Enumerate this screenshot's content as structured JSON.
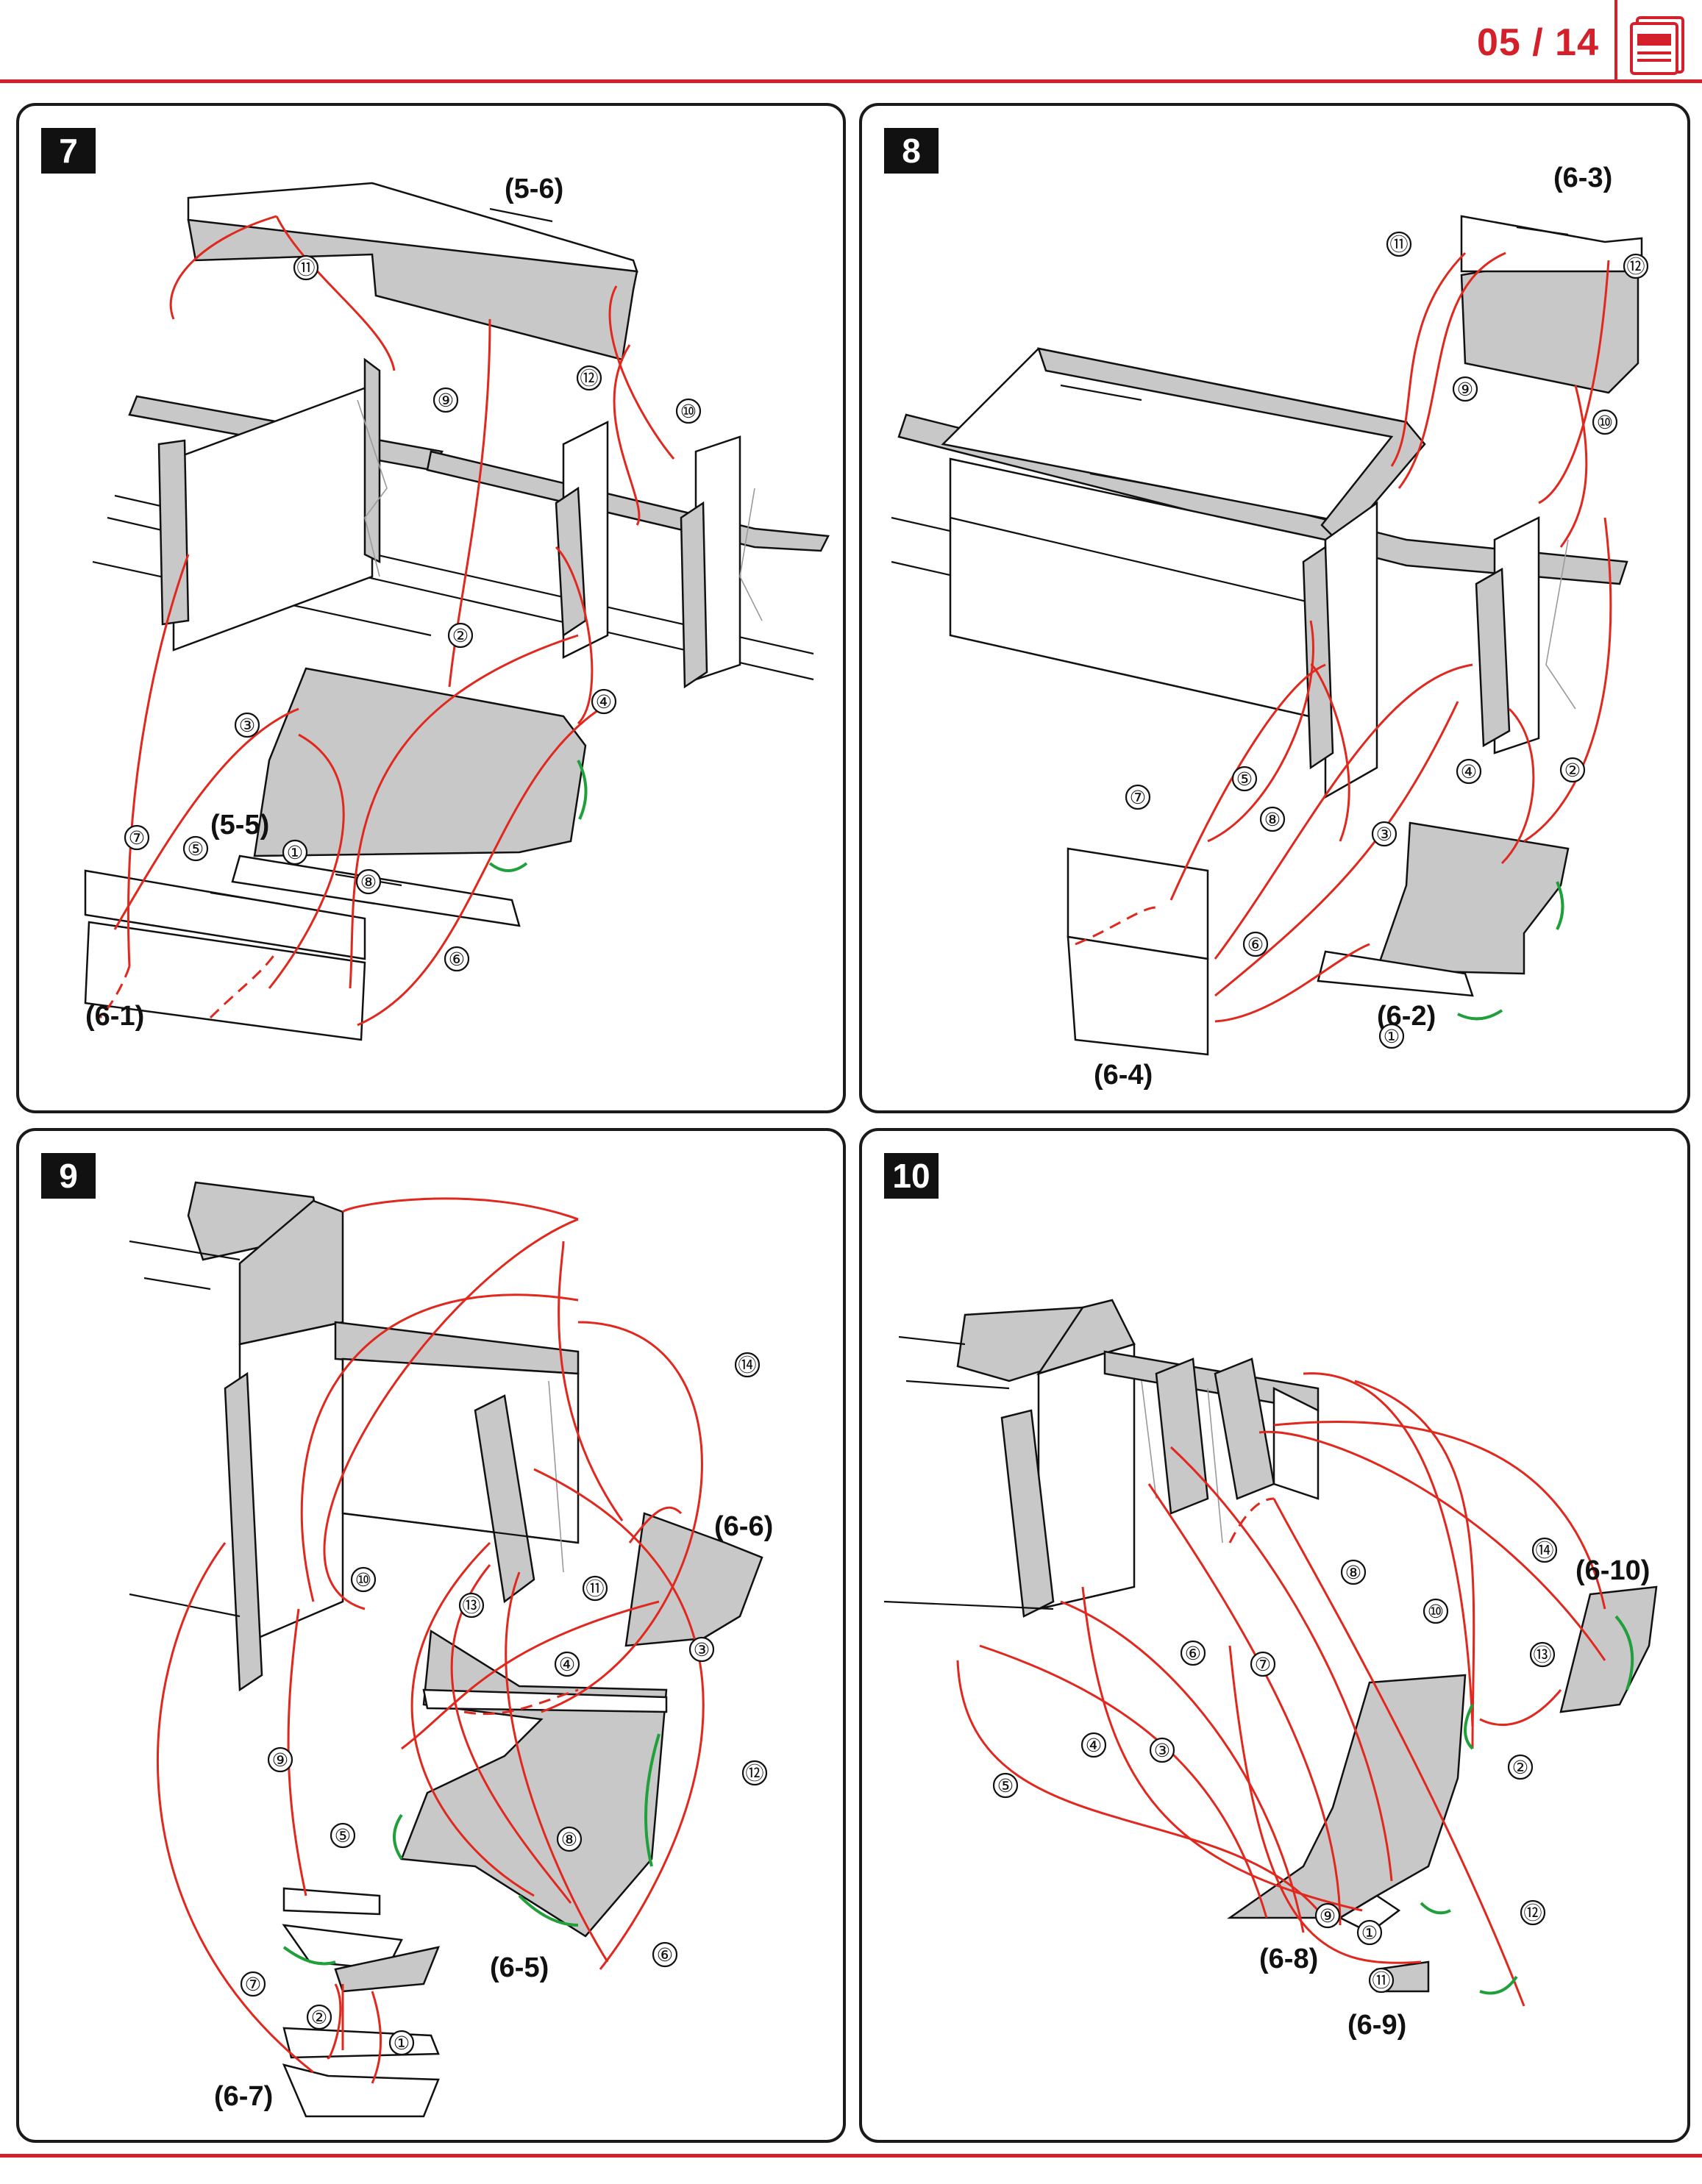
{
  "header": {
    "page_number": "05 / 14",
    "icon": "document-icon",
    "accent_color": "#d4202a"
  },
  "colors": {
    "arrow_red": "#e0281e",
    "rotate_green": "#1fa03a",
    "part_gray": "#c8c8c8"
  },
  "panels": [
    {
      "step": "7",
      "parts": [
        "(5-6)",
        "(5-5)",
        "(6-1)"
      ],
      "numbers": [
        "①",
        "②",
        "③",
        "④",
        "⑤",
        "⑥",
        "⑦",
        "⑧",
        "⑨",
        "⑩",
        "⑪",
        "⑫"
      ]
    },
    {
      "step": "8",
      "parts": [
        "(6-3)",
        "(6-4)",
        "(6-2)"
      ],
      "numbers": [
        "①",
        "②",
        "③",
        "④",
        "⑤",
        "⑥",
        "⑦",
        "⑧",
        "⑨",
        "⑩",
        "⑪",
        "⑫"
      ]
    },
    {
      "step": "9",
      "parts": [
        "(6-6)",
        "(6-5)",
        "(6-7)"
      ],
      "numbers": [
        "①",
        "②",
        "③",
        "④",
        "⑤",
        "⑥",
        "⑦",
        "⑧",
        "⑨",
        "⑩",
        "⑪",
        "⑫",
        "⑬",
        "⑭"
      ]
    },
    {
      "step": "10",
      "parts": [
        "(6-10)",
        "(6-8)",
        "(6-9)"
      ],
      "numbers": [
        "①",
        "②",
        "③",
        "④",
        "⑤",
        "⑥",
        "⑦",
        "⑧",
        "⑨",
        "⑩",
        "⑪",
        "⑫",
        "⑬",
        "⑭"
      ]
    }
  ]
}
